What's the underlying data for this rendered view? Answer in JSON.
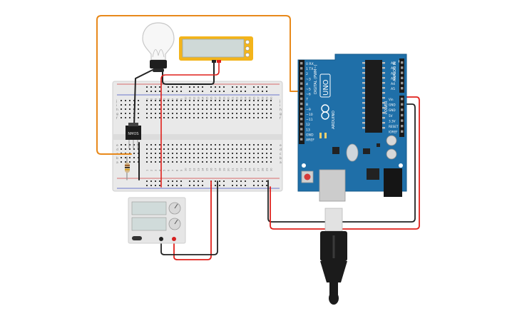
{
  "components": {
    "mosfet": {
      "label": "NMOS"
    },
    "arduino": {
      "brand": "UNO",
      "subbrand": "ARDUINO",
      "digital_header": "DIGITAL (PWM~)",
      "analog_header": "ANALOG IN",
      "power_header": "POWER",
      "digital_pins": [
        "0 RX",
        "1 TX",
        "2",
        "~3",
        "4",
        "~5",
        "~6",
        "7",
        "8",
        "~9",
        "~10",
        "~11",
        "12",
        "13",
        "GND",
        "AREF"
      ],
      "analog_pins": [
        "A0",
        "A1",
        "A2",
        "A3",
        "A4",
        "A5"
      ],
      "power_pins": [
        "Vin",
        "GND",
        "GND",
        "5V",
        "3.3V",
        "RESET",
        "IOREF"
      ]
    },
    "multimeter": {
      "display": ""
    },
    "power_supply": {
      "display_top": "",
      "display_bottom": ""
    }
  },
  "breadboard": {
    "row_letters": [
      "j",
      "i",
      "h",
      "g",
      "f",
      "e",
      "d",
      "c",
      "b",
      "a"
    ],
    "column_numbers": [
      "1",
      "2",
      "3",
      "4",
      "5",
      "6",
      "7",
      "8",
      "9",
      "10",
      "11",
      "12",
      "13",
      "14",
      "15",
      "16",
      "17",
      "18",
      "19",
      "20",
      "21",
      "22",
      "23",
      "24",
      "25",
      "26",
      "27",
      "28",
      "29",
      "30"
    ]
  },
  "colors": {
    "wire_orange": "#e8891b",
    "wire_red": "#e0201b",
    "wire_black": "#222222",
    "arduino_blue": "#1f6fa8",
    "multimeter_yellow": "#f3b41b"
  }
}
